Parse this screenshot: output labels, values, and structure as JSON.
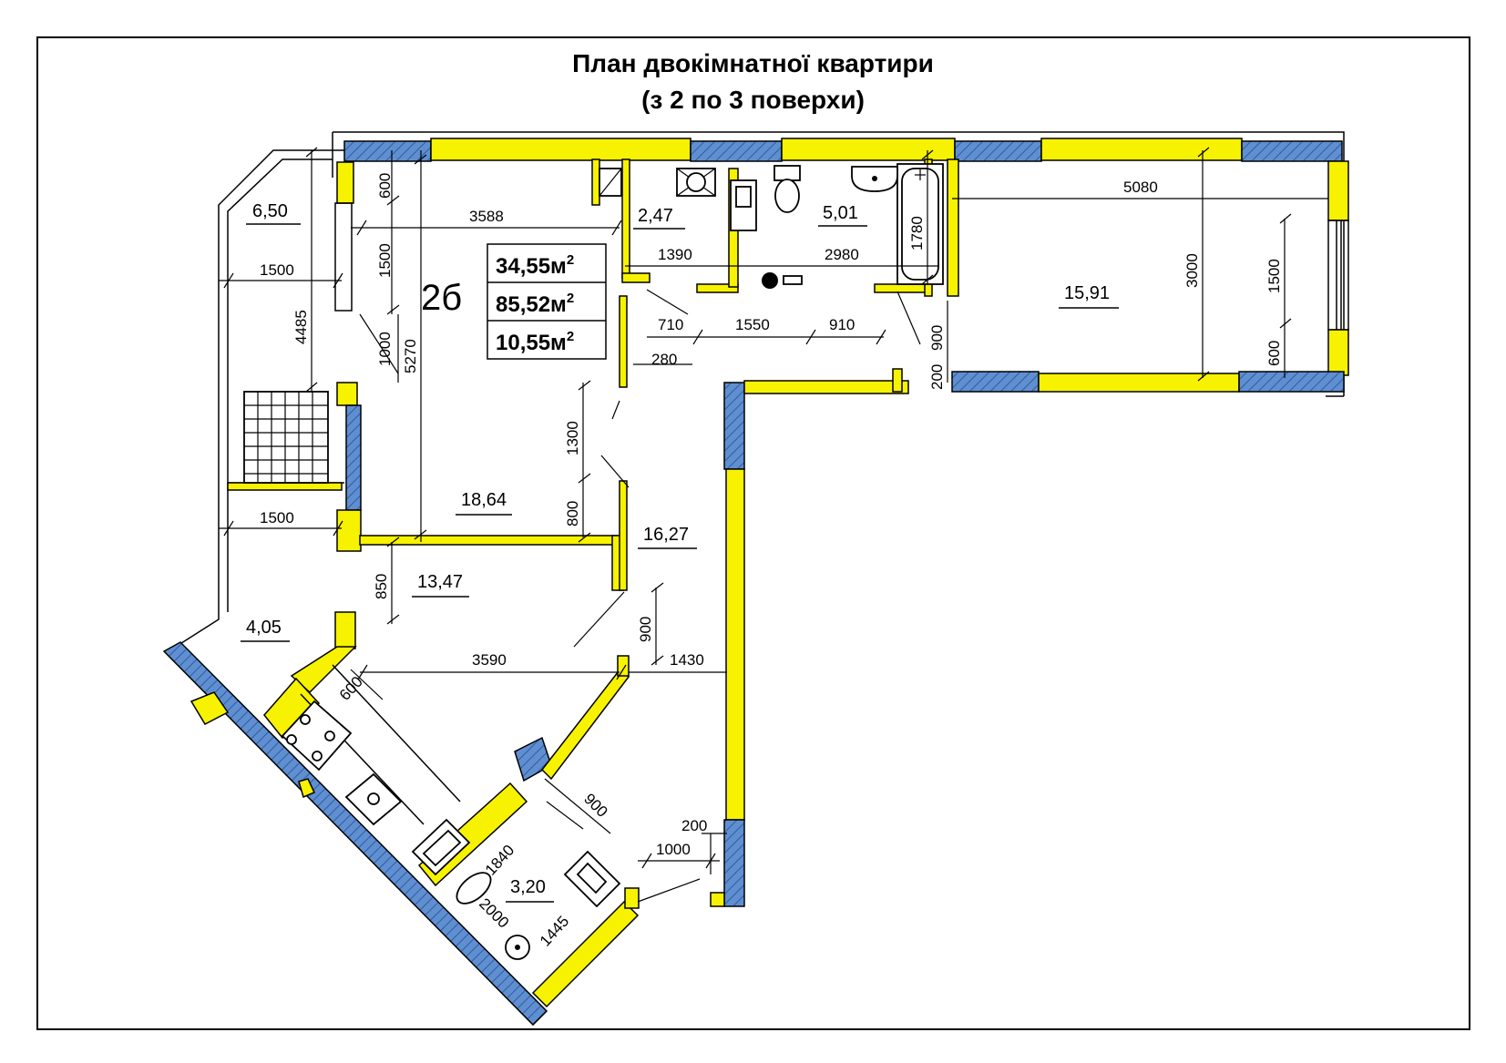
{
  "title": {
    "line1": "План двокімнатної квартири",
    "line2": "(з 2 по 3 поверхи)"
  },
  "apartment_label": "2б",
  "summary": {
    "living": "34,55м",
    "total": "85,52м",
    "kitchen": "10,55м",
    "unit_sup": "2"
  },
  "rooms": {
    "loggia_top": "6,50",
    "wardrobe": "2,47",
    "bathroom": "5,01",
    "bedroom": "15,91",
    "living_room": "18,64",
    "hall": "16,27",
    "kitchen_room": "13,47",
    "loggia_bottom": "4,05",
    "toilet": "3,20"
  },
  "dimensions": {
    "d600_top": "600",
    "d3588": "3588",
    "d1500_left": "1500",
    "d1500_top": "1500",
    "d4485": "4485",
    "d1000": "1000",
    "d5270": "5270",
    "d1390": "1390",
    "d2980": "2980",
    "d1780": "1780",
    "d5080": "5080",
    "d3000": "3000",
    "d1500_right": "1500",
    "d600_right": "600",
    "d710": "710",
    "d1550": "1550",
    "d910": "910",
    "d280": "280",
    "d900_bath": "900",
    "d200_bath": "200",
    "d1300": "1300",
    "d800": "800",
    "d1500_mid": "1500",
    "d850": "850",
    "d900_hall": "900",
    "d3590": "3590",
    "d1430": "1430",
    "d600_kitchen": "600",
    "d900_toilet": "900",
    "d1840": "1840",
    "d2000": "2000",
    "d1445": "1445",
    "d200_toilet": "200",
    "d1000_toilet": "1000"
  },
  "colors": {
    "wall_fill": "#f7f200",
    "outer_wall": "#5f8fd0"
  }
}
